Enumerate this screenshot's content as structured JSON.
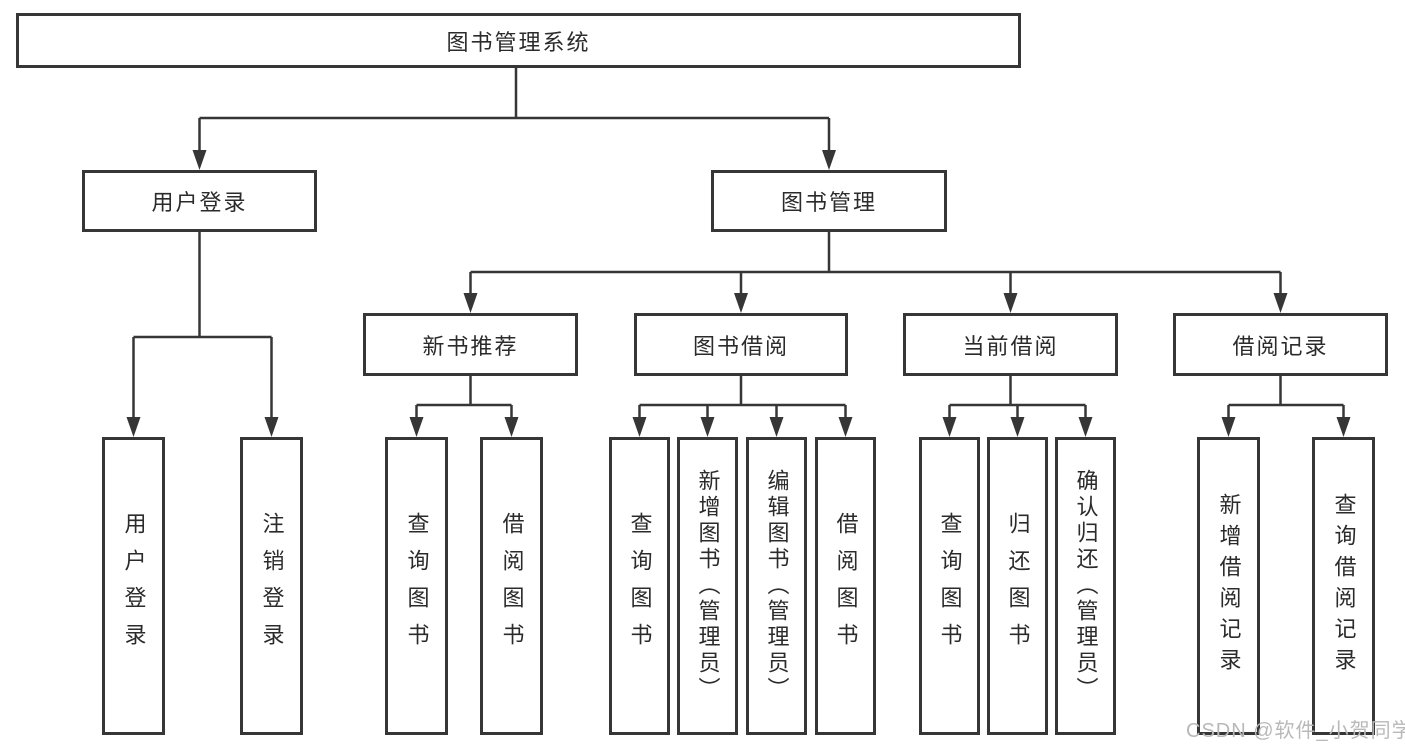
{
  "tree": {
    "label": "图书管理系统",
    "children": [
      {
        "label": "用户登录",
        "children": [
          {
            "label": "用户登录"
          },
          {
            "label": "注销登录"
          }
        ]
      },
      {
        "label": "图书管理",
        "children": [
          {
            "label": "新书推荐",
            "children": [
              {
                "label": "查询图书"
              },
              {
                "label": "借阅图书"
              }
            ]
          },
          {
            "label": "图书借阅",
            "children": [
              {
                "label": "查询图书"
              },
              {
                "label": "新增图书（管理员）"
              },
              {
                "label": "编辑图书（管理员）"
              },
              {
                "label": "借阅图书"
              }
            ]
          },
          {
            "label": "当前借阅",
            "children": [
              {
                "label": "查询图书"
              },
              {
                "label": "归还图书"
              },
              {
                "label": "确认归还（管理员）"
              }
            ]
          },
          {
            "label": "借阅记录",
            "children": [
              {
                "label": "新增借阅记录"
              },
              {
                "label": "查询借阅记录"
              }
            ]
          }
        ]
      }
    ]
  },
  "watermark": {
    "text": "CSDN @软件_小贺同学"
  },
  "colors": {
    "line": "#363636",
    "text": "#2b2b2b",
    "watermark": "#b9b9b9",
    "background": "#ffffff"
  }
}
